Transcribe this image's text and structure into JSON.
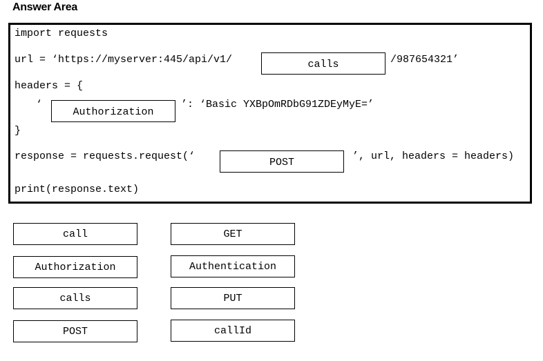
{
  "title": "Answer Area",
  "code": {
    "line1": "import requests",
    "line2_prefix": "url = ‘https://myserver:445/api/v1/",
    "line2_suffix": "/987654321’",
    "line3": "headers = {",
    "line4_prefix": "‘",
    "line4_suffix": "’: ‘Basic YXBpOmRDbG91ZDEyMyE=’",
    "line5": "}",
    "line6_prefix": "response = requests.request(‘",
    "line6_suffix": "’, url, headers = headers)",
    "line7": "print(response.text)"
  },
  "slots": {
    "url_slot": "calls",
    "header_slot": "Authorization",
    "method_slot": "POST"
  },
  "options": {
    "left": [
      "call",
      "Authorization",
      "calls",
      "POST"
    ],
    "right": [
      "GET",
      "Authentication",
      "PUT",
      "callId"
    ]
  }
}
